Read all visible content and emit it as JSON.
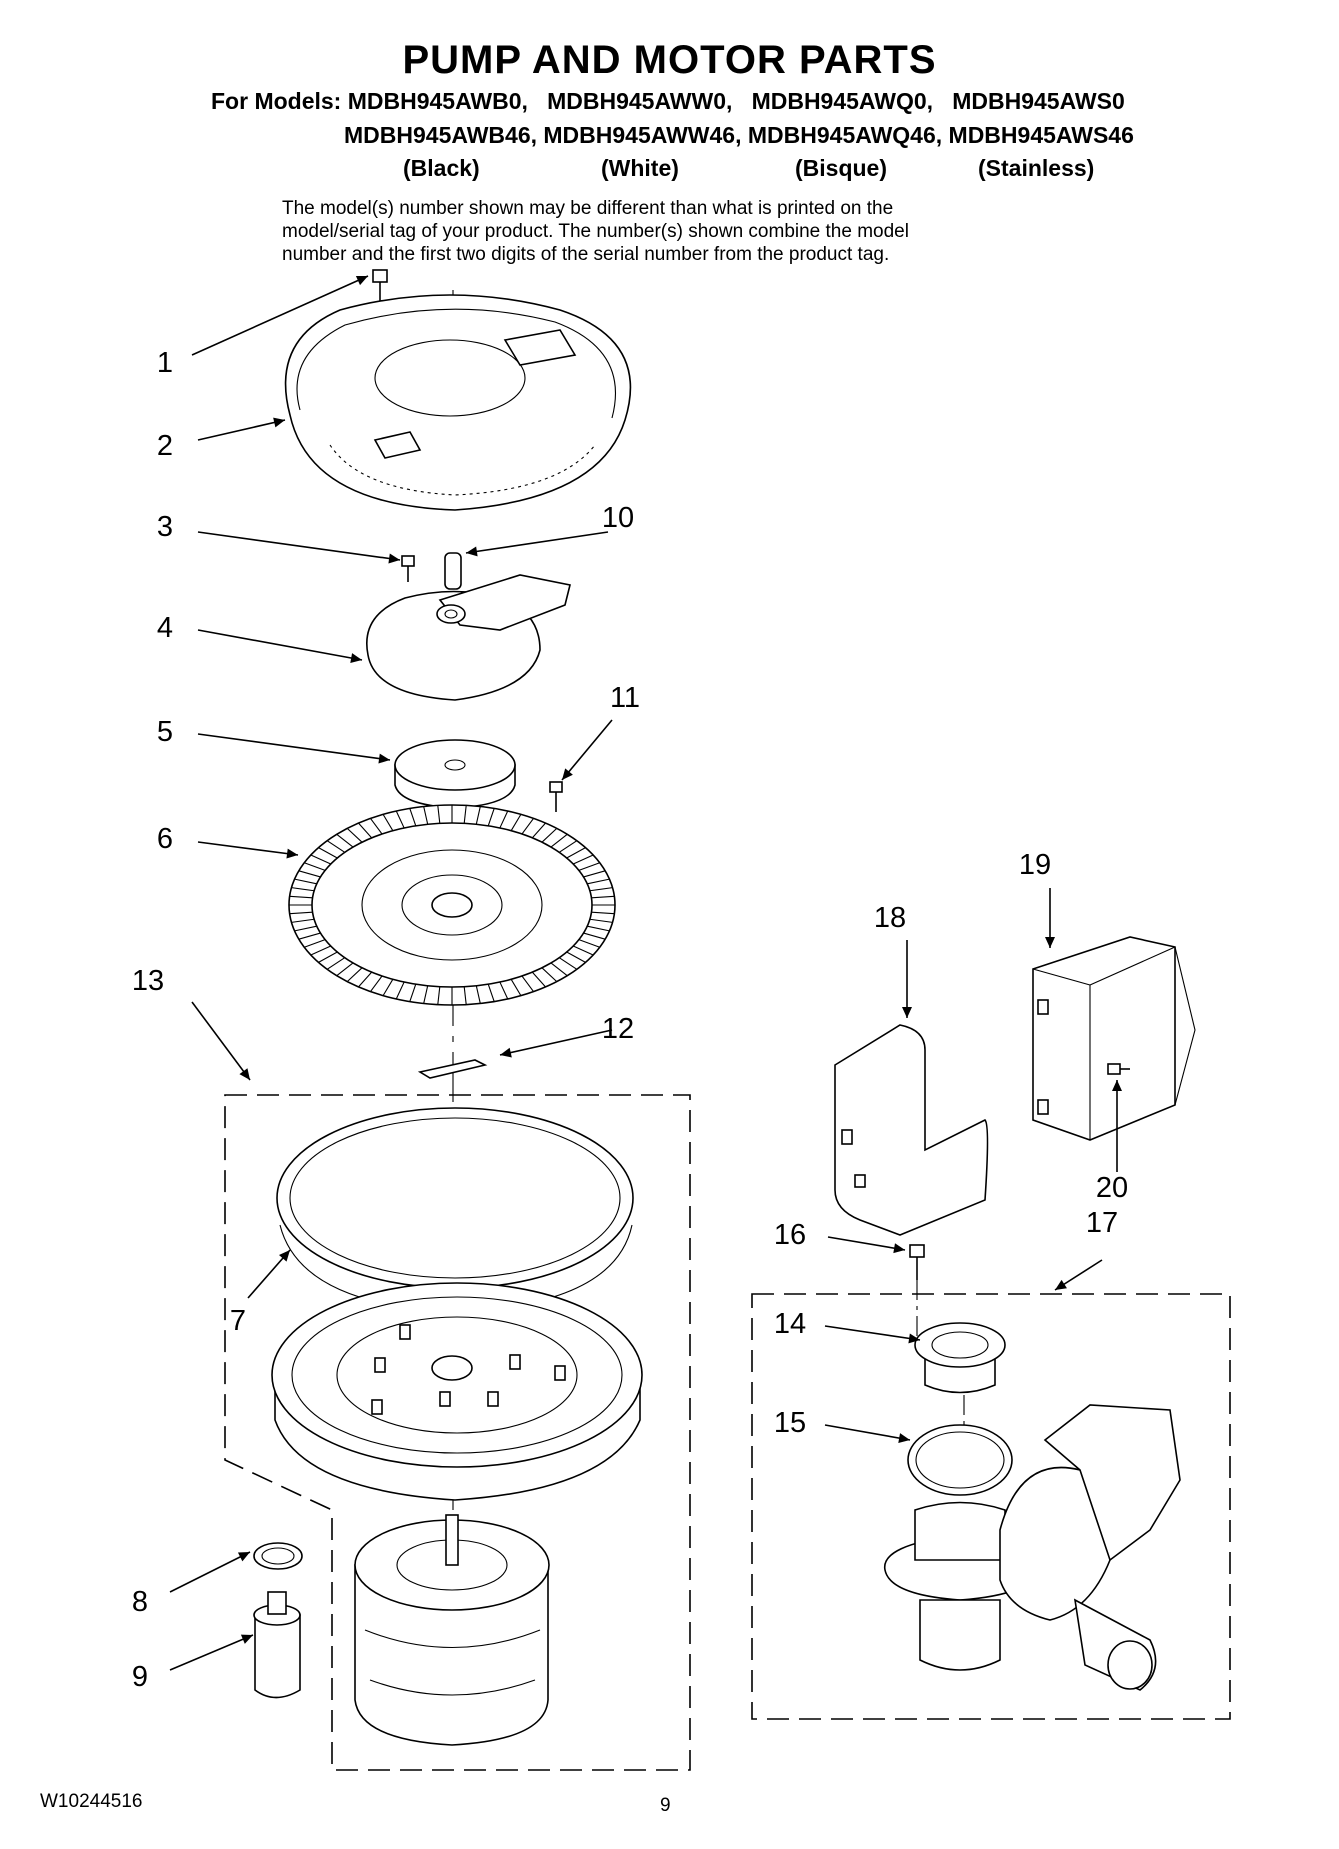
{
  "header": {
    "title": "PUMP AND MOTOR PARTS",
    "models_line1": "For Models: MDBH945AWB0,   MDBH945AWW0,   MDBH945AWQ0,   MDBH945AWS0",
    "models_line2": "MDBH945AWB46, MDBH945AWW46, MDBH945AWQ46, MDBH945AWS46",
    "colors": [
      "(Black)",
      "(White)",
      "(Bisque)",
      "(Stainless)"
    ],
    "note_lines": [
      "The model(s) number shown may be different than what is printed on the",
      "model/serial tag of your product. The number(s) shown combine the model",
      "number and the first two digits of the serial number from the product tag."
    ]
  },
  "callouts": [
    "1",
    "2",
    "3",
    "4",
    "5",
    "6",
    "7",
    "8",
    "9",
    "10",
    "11",
    "12",
    "13",
    "14",
    "15",
    "16",
    "17",
    "18",
    "19",
    "20"
  ],
  "footer": {
    "doc_number": "W10244516",
    "page_number": "9"
  }
}
